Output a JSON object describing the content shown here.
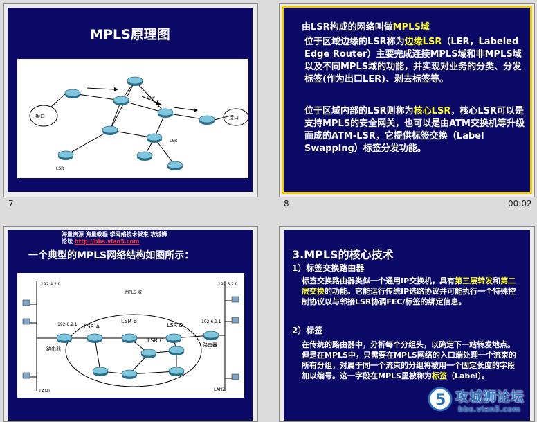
{
  "slides": [
    {
      "number": "7",
      "title": "MPLS原理图",
      "labels": {
        "port_left": "接口",
        "port_right": "接口",
        "lsp": "LSP",
        "lsr_right": "LSR",
        "lsr_left": "LSR"
      }
    },
    {
      "number": "8",
      "time": "00:02",
      "heading_prefix": "由LSR构成的网络叫做",
      "heading_highlight": "MPLS域",
      "p1_a": "位于区域边缘的LSR称为",
      "p1_hl": "边缘LSR",
      "p1_b": "（LER，Labeled Edge Router）主要完成连接MPLS域和非MPLS域以及不同MPLS域的功能，并实现对业务的分类、分发标签(作为出口LER)、剥去标签等。",
      "p2_a": "位于区域内部的LSR则称为",
      "p2_hl": "核心LSR",
      "p2_b": "，核心LSR可以是支持MPLS的安全网关，也可以是由ATM交换机等升级而成的ATM-LSR，它提供标签交换（Label Swapping）标签分发功能。"
    },
    {
      "banner_line1": "海量资源 海量教程 学网络技术就来 攻城狮",
      "banner_line2_prefix": "论坛 ",
      "banner_url": "http://bbs.vlan5.com",
      "subtitle": "一个典型的MPLS网络结构如图所示：",
      "labels": {
        "net_left": "192.4.2.0",
        "net_right": "192.5.2.0",
        "domain": "MPLS 域",
        "ip_left": "192.6.2.1",
        "ip_right": "192.6.1.1",
        "lsra": "LSR A",
        "lsrb": "LSR B",
        "lsrc": "LSR C",
        "lsrd": "LSR D",
        "router_left": "路由器",
        "router_right": "路由器",
        "lan_left": "LAN1",
        "lan_right": "LAN2"
      }
    },
    {
      "title": "3.MPLS的核心技术",
      "s1_head": "1）标签交换路由器",
      "s1_a": "标签交换路由器类似一个通用IP交换机，具有",
      "s1_hl1": "第三层转发",
      "s1_mid": "和",
      "s1_hl2": "第二层交换",
      "s1_b": "的功能。它能运行传统IP选路协议并可能执行一个特殊控制协议以与邻接LSR协调FEC/标签的绑定信息。",
      "s2_head": "2）标签",
      "s2_a": "在传统的路由器中，分析每个分组头，以确定下一站转发地点。但是在MPLS中，只需要在MPLS网络的入口端处理一个流束的所有分组，对属于同一个流束的分组将被用一个固定长度的字段加以编号。这一字段在MPLS里被称为",
      "s2_hl": "标签",
      "s2_b": "（Label）。"
    }
  ],
  "watermark": {
    "brand": "攻城狮论坛",
    "site": "bbs.vlan5.com"
  },
  "colors": {
    "slide_bg": "#0a0a66",
    "highlight": "#ffff33",
    "selection": "#f5c800",
    "link": "#ff3333"
  }
}
